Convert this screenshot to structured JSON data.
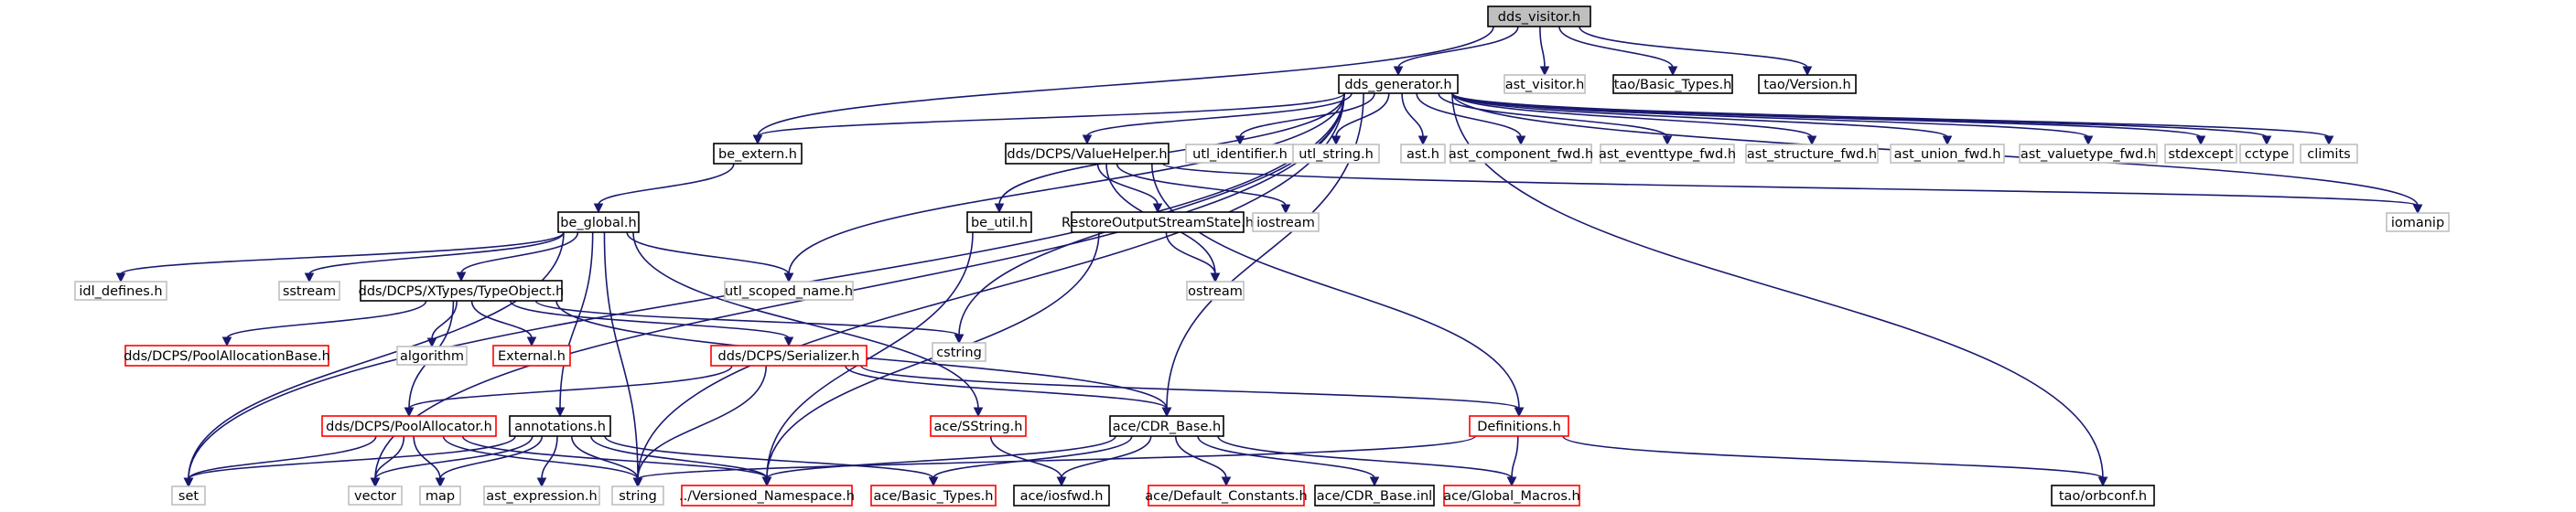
{
  "colors": {
    "edge": "#191970",
    "border_black": "#000000",
    "border_red": "#ff0000",
    "border_gray": "#bfbfbf",
    "root_fill": "#bfbfbf",
    "node_fill": "#ffffff"
  },
  "nodes": [
    {
      "id": "dds_visitor",
      "label": "dds_visitor.h",
      "style": "root"
    },
    {
      "id": "dds_generator",
      "label": "dds_generator.h",
      "style": "black"
    },
    {
      "id": "ast_visitor",
      "label": "ast_visitor.h",
      "style": "gray"
    },
    {
      "id": "tao_basic_types",
      "label": "tao/Basic_Types.h",
      "style": "black"
    },
    {
      "id": "tao_version",
      "label": "tao/Version.h",
      "style": "black"
    },
    {
      "id": "be_extern",
      "label": "be_extern.h",
      "style": "black"
    },
    {
      "id": "valuehelper",
      "label": "dds/DCPS/ValueHelper.h",
      "style": "black"
    },
    {
      "id": "utl_identifier",
      "label": "utl_identifier.h",
      "style": "gray"
    },
    {
      "id": "utl_string",
      "label": "utl_string.h",
      "style": "gray"
    },
    {
      "id": "ast_h",
      "label": "ast.h",
      "style": "gray"
    },
    {
      "id": "ast_component_fwd",
      "label": "ast_component_fwd.h",
      "style": "gray"
    },
    {
      "id": "ast_eventtype_fwd",
      "label": "ast_eventtype_fwd.h",
      "style": "gray"
    },
    {
      "id": "ast_structure_fwd",
      "label": "ast_structure_fwd.h",
      "style": "gray"
    },
    {
      "id": "ast_union_fwd",
      "label": "ast_union_fwd.h",
      "style": "gray"
    },
    {
      "id": "ast_valuetype_fwd",
      "label": "ast_valuetype_fwd.h",
      "style": "gray"
    },
    {
      "id": "stdexcept",
      "label": "stdexcept",
      "style": "gray"
    },
    {
      "id": "cctype",
      "label": "cctype",
      "style": "gray"
    },
    {
      "id": "climits",
      "label": "climits",
      "style": "gray"
    },
    {
      "id": "be_global",
      "label": "be_global.h",
      "style": "black"
    },
    {
      "id": "be_util",
      "label": "be_util.h",
      "style": "black"
    },
    {
      "id": "restore",
      "label": "RestoreOutputStreamState.h",
      "style": "black"
    },
    {
      "id": "iostream",
      "label": "iostream",
      "style": "gray"
    },
    {
      "id": "iomanip",
      "label": "iomanip",
      "style": "gray"
    },
    {
      "id": "idl_defines",
      "label": "idl_defines.h",
      "style": "gray"
    },
    {
      "id": "sstream",
      "label": "sstream",
      "style": "gray"
    },
    {
      "id": "typeobject",
      "label": "dds/DCPS/XTypes/TypeObject.h",
      "style": "black"
    },
    {
      "id": "utl_scoped_name",
      "label": "utl_scoped_name.h",
      "style": "gray"
    },
    {
      "id": "ostream",
      "label": "ostream",
      "style": "gray"
    },
    {
      "id": "cstring",
      "label": "cstring",
      "style": "gray"
    },
    {
      "id": "poolallocbase",
      "label": "dds/DCPS/PoolAllocationBase.h",
      "style": "red"
    },
    {
      "id": "algorithm",
      "label": "algorithm",
      "style": "gray"
    },
    {
      "id": "external",
      "label": "External.h",
      "style": "red"
    },
    {
      "id": "serializer",
      "label": "dds/DCPS/Serializer.h",
      "style": "red"
    },
    {
      "id": "definitions",
      "label": "Definitions.h",
      "style": "red"
    },
    {
      "id": "poolallocator",
      "label": "dds/DCPS/PoolAllocator.h",
      "style": "red"
    },
    {
      "id": "annotations",
      "label": "annotations.h",
      "style": "black"
    },
    {
      "id": "ace_sstring",
      "label": "ace/SString.h",
      "style": "red"
    },
    {
      "id": "ace_cdr_base",
      "label": "ace/CDR_Base.h",
      "style": "black"
    },
    {
      "id": "set",
      "label": "set",
      "style": "gray"
    },
    {
      "id": "vector",
      "label": "vector",
      "style": "gray"
    },
    {
      "id": "map",
      "label": "map",
      "style": "gray"
    },
    {
      "id": "ast_expression",
      "label": "ast_expression.h",
      "style": "gray"
    },
    {
      "id": "string",
      "label": "string",
      "style": "gray"
    },
    {
      "id": "versioned_ns",
      "label": "../Versioned_Namespace.h",
      "style": "red"
    },
    {
      "id": "ace_basic_types",
      "label": "ace/Basic_Types.h",
      "style": "red"
    },
    {
      "id": "ace_iosfwd",
      "label": "ace/iosfwd.h",
      "style": "black"
    },
    {
      "id": "ace_default_constants",
      "label": "ace/Default_Constants.h",
      "style": "red"
    },
    {
      "id": "ace_cdr_base_inl",
      "label": "ace/CDR_Base.inl",
      "style": "black"
    },
    {
      "id": "ace_global_macros",
      "label": "ace/Global_Macros.h",
      "style": "red"
    },
    {
      "id": "tao_orbconf",
      "label": "tao/orbconf.h",
      "style": "black"
    }
  ],
  "edges": [
    [
      "dds_visitor",
      "dds_generator"
    ],
    [
      "dds_visitor",
      "ast_visitor"
    ],
    [
      "dds_visitor",
      "tao_basic_types"
    ],
    [
      "dds_visitor",
      "tao_version"
    ],
    [
      "dds_visitor",
      "be_extern"
    ],
    [
      "dds_generator",
      "be_extern"
    ],
    [
      "dds_generator",
      "valuehelper"
    ],
    [
      "dds_generator",
      "utl_identifier"
    ],
    [
      "dds_generator",
      "utl_string"
    ],
    [
      "dds_generator",
      "ast_h"
    ],
    [
      "dds_generator",
      "ast_component_fwd"
    ],
    [
      "dds_generator",
      "ast_eventtype_fwd"
    ],
    [
      "dds_generator",
      "ast_structure_fwd"
    ],
    [
      "dds_generator",
      "ast_union_fwd"
    ],
    [
      "dds_generator",
      "ast_valuetype_fwd"
    ],
    [
      "dds_generator",
      "stdexcept"
    ],
    [
      "dds_generator",
      "cctype"
    ],
    [
      "dds_generator",
      "climits"
    ],
    [
      "dds_generator",
      "iomanip"
    ],
    [
      "dds_generator",
      "be_util"
    ],
    [
      "dds_generator",
      "utl_scoped_name"
    ],
    [
      "dds_generator",
      "cstring"
    ],
    [
      "dds_generator",
      "string"
    ],
    [
      "dds_generator",
      "set"
    ],
    [
      "dds_generator",
      "vector"
    ],
    [
      "dds_generator",
      "ace_cdr_base"
    ],
    [
      "dds_generator",
      "tao_orbconf"
    ],
    [
      "be_extern",
      "be_global"
    ],
    [
      "be_global",
      "idl_defines"
    ],
    [
      "be_global",
      "sstream"
    ],
    [
      "be_global",
      "typeobject"
    ],
    [
      "be_global",
      "utl_scoped_name"
    ],
    [
      "be_global",
      "set"
    ],
    [
      "be_global",
      "annotations"
    ],
    [
      "be_global",
      "string"
    ],
    [
      "be_global",
      "ace_sstring"
    ],
    [
      "valuehelper",
      "restore"
    ],
    [
      "valuehelper",
      "iostream"
    ],
    [
      "valuehelper",
      "iomanip"
    ],
    [
      "valuehelper",
      "ostream"
    ],
    [
      "valuehelper",
      "definitions"
    ],
    [
      "restore",
      "ostream"
    ],
    [
      "restore",
      "versioned_ns"
    ],
    [
      "be_util",
      "versioned_ns"
    ],
    [
      "typeobject",
      "poolallocbase"
    ],
    [
      "typeobject",
      "algorithm"
    ],
    [
      "typeobject",
      "external"
    ],
    [
      "typeobject",
      "serializer"
    ],
    [
      "typeobject",
      "cstring"
    ],
    [
      "typeobject",
      "poolallocator"
    ],
    [
      "typeobject",
      "ace_cdr_base"
    ],
    [
      "serializer",
      "poolallocator"
    ],
    [
      "serializer",
      "string"
    ],
    [
      "serializer",
      "ace_cdr_base"
    ],
    [
      "serializer",
      "definitions"
    ],
    [
      "poolallocator",
      "set"
    ],
    [
      "poolallocator",
      "vector"
    ],
    [
      "poolallocator",
      "map"
    ],
    [
      "poolallocator",
      "string"
    ],
    [
      "poolallocator",
      "versioned_ns"
    ],
    [
      "annotations",
      "set"
    ],
    [
      "annotations",
      "vector"
    ],
    [
      "annotations",
      "map"
    ],
    [
      "annotations",
      "ast_expression"
    ],
    [
      "annotations",
      "string"
    ],
    [
      "annotations",
      "versioned_ns"
    ],
    [
      "annotations",
      "ace_basic_types"
    ],
    [
      "ace_sstring",
      "ace_iosfwd"
    ],
    [
      "ace_cdr_base",
      "versioned_ns"
    ],
    [
      "ace_cdr_base",
      "ace_basic_types"
    ],
    [
      "ace_cdr_base",
      "ace_iosfwd"
    ],
    [
      "ace_cdr_base",
      "ace_default_constants"
    ],
    [
      "ace_cdr_base",
      "ace_cdr_base_inl"
    ],
    [
      "ace_cdr_base",
      "ace_global_macros"
    ],
    [
      "definitions",
      "string"
    ],
    [
      "definitions",
      "ace_global_macros"
    ],
    [
      "definitions",
      "tao_orbconf"
    ]
  ]
}
